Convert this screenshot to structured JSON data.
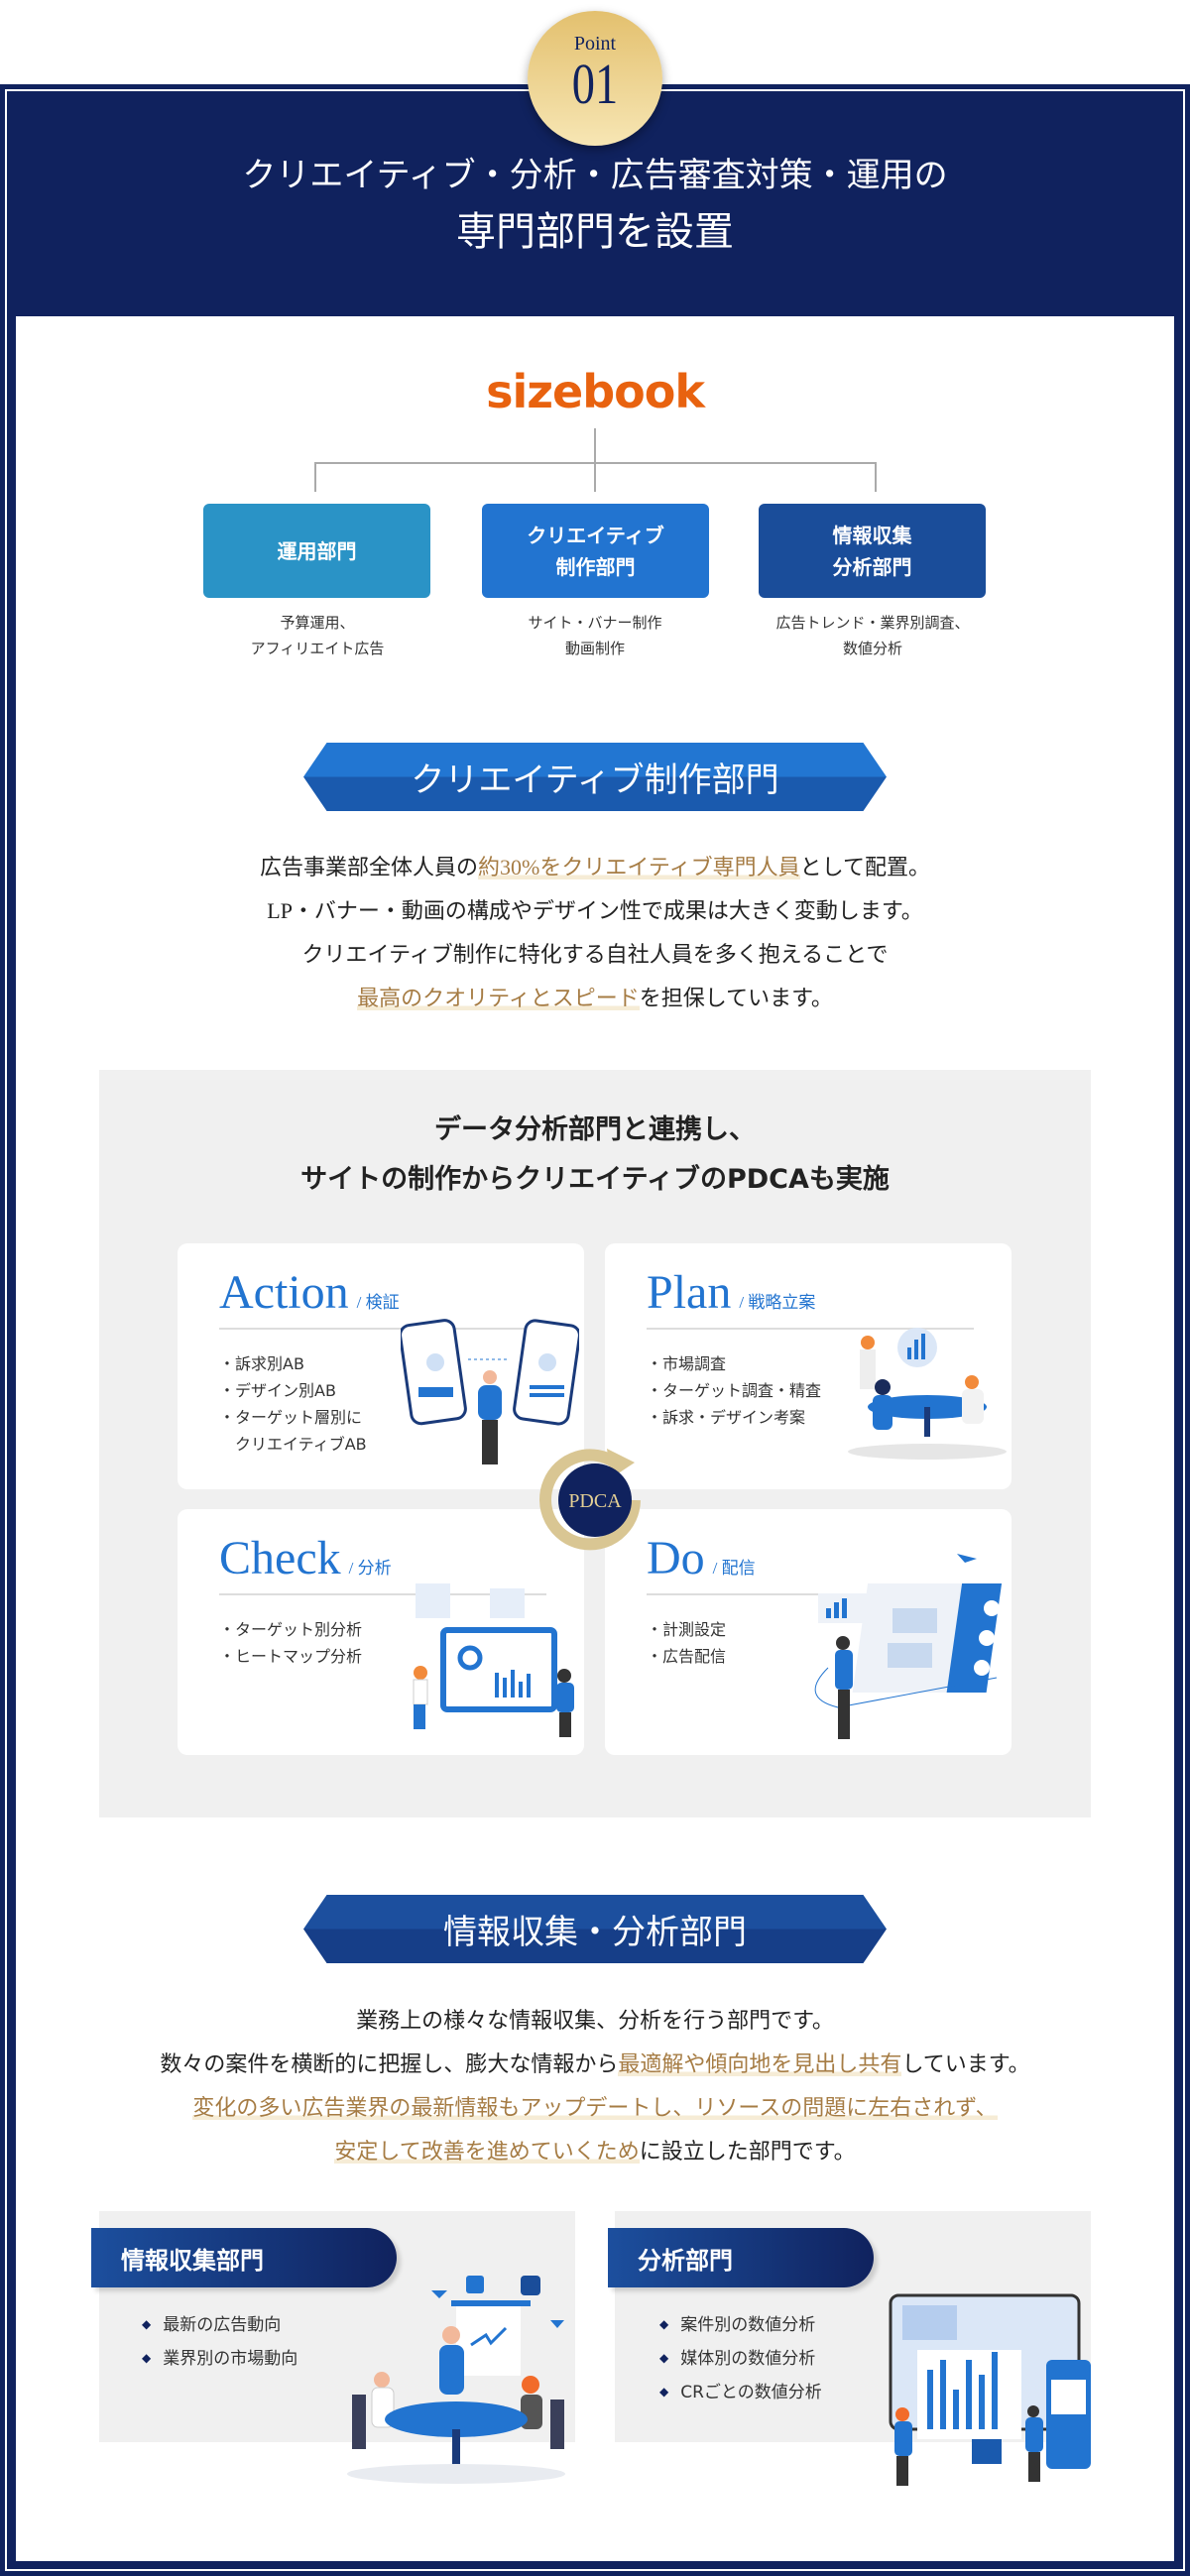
{
  "badge": {
    "label": "Point",
    "number": "01"
  },
  "title": {
    "line1": "クリエイティブ・分析・広告審査対策・運用の",
    "line2": "専門部門を設置"
  },
  "logo": "sizebook",
  "departments": [
    {
      "name": "運用部門",
      "caption1": "予算運用、",
      "caption2": "アフィリエイト広告",
      "color": "#2a93c6"
    },
    {
      "name1": "クリエイティブ",
      "name2": "制作部門",
      "caption1": "サイト・バナー制作",
      "caption2": "動画制作",
      "color": "#2274d0"
    },
    {
      "name1": "情報収集",
      "name2": "分析部門",
      "caption1": "広告トレンド・業界別調査、",
      "caption2": "数値分析",
      "color": "#1a4d9a"
    }
  ],
  "creative": {
    "ribbon": "クリエイティブ制作部門",
    "p1": [
      "広告事業部全体人員の",
      "約30%をクリエイティブ専門人員",
      "として配置。"
    ],
    "p2": "LP・バナー・動画の構成やデザイン性で成果は大きく変動します。",
    "p3": "クリエイティブ制作に特化する自社人員を多く抱えることで",
    "p4": [
      "最高のクオリティとスピード",
      "を担保しています。"
    ]
  },
  "pdca": {
    "heading1": "データ分析部門と連携し、",
    "heading2": "サイトの制作からクリエイティブのPDCAも実施",
    "center": "PDCA",
    "cards": [
      {
        "title": "Action",
        "sub": "/ 検証",
        "items": [
          "・訴求別AB",
          "・デザイン別AB",
          "・ターゲット層別に",
          "　クリエイティブAB"
        ]
      },
      {
        "title": "Plan",
        "sub": "/ 戦略立案",
        "items": [
          "・市場調査",
          "・ターゲット調査・精査",
          "・訴求・デザイン考案"
        ]
      },
      {
        "title": "Check",
        "sub": "/ 分析",
        "items": [
          "・ターゲット別分析",
          "・ヒートマップ分析"
        ]
      },
      {
        "title": "Do",
        "sub": "/ 配信",
        "items": [
          "・計測設定",
          "・広告配信"
        ]
      }
    ]
  },
  "analysis": {
    "ribbon": "情報収集・分析部門",
    "p1": "業務上の様々な情報収集、分析を行う部門です。",
    "p2": [
      "数々の案件を横断的に把握し、膨大な情報から",
      "最適解や傾向地を見出し共有",
      "しています。"
    ],
    "p3": "変化の多い広告業界の最新情報もアップデートし、リソースの問題に左右されず、",
    "p4": [
      "安定して改善を進めていくため",
      "に設立した部門です。"
    ]
  },
  "info_dept": {
    "title": "情報収集部門",
    "items": [
      "最新の広告動向",
      "業界別の市場動向"
    ]
  },
  "analysis_dept": {
    "title": "分析部門",
    "items": [
      "案件別の数値分析",
      "媒体別の数値分析",
      "CRごとの数値分析"
    ]
  }
}
